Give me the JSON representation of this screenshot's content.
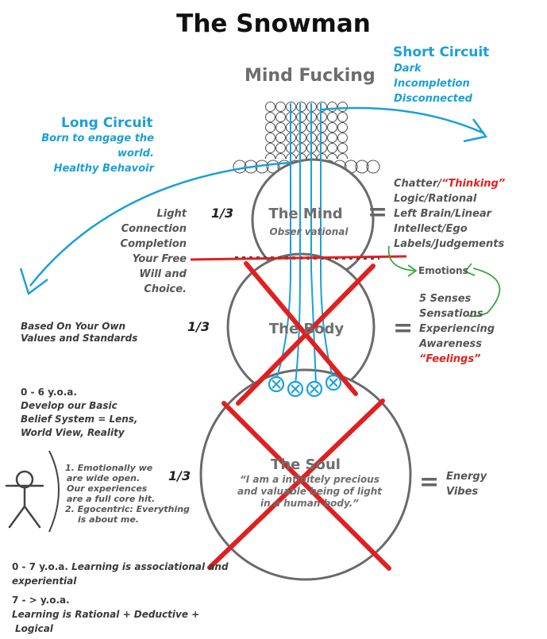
{
  "title": "The Snowman",
  "top_label": "Mind Fucking",
  "short_circuit": {
    "heading": "Short Circuit",
    "lines": [
      "Dark",
      "Incompletion",
      "Disconnected"
    ]
  },
  "long_circuit": {
    "heading": "Long Circuit",
    "lines": [
      "Born to engage the world.",
      "Healthy Behavoir"
    ]
  },
  "mind": {
    "label": "The Mind",
    "sublabel": "Obser vational",
    "fraction": "1/3",
    "left_lines": [
      "Light",
      "Connection",
      "Completion",
      "Your Free",
      "Will and Choice."
    ],
    "right_lines": [
      "Chatter/",
      "Logic/Rational",
      "Left Brain/Linear",
      "Intellect/Ego",
      "Labels/Judgements"
    ],
    "thinking": "“Thinking”"
  },
  "emotions": "Emotions",
  "body": {
    "label": "The Body",
    "fraction": "1/3",
    "left_lines": [
      "Based On Your Own",
      "Values and Standards"
    ],
    "right_lines": [
      "5 Senses",
      "Sensations",
      "Experiencing",
      "Awareness"
    ],
    "feelings": "“Feelings”"
  },
  "soul": {
    "label": "The Soul",
    "fraction": "1/3",
    "quote_lines": [
      "“I am a infinitely precious",
      "and valuable being of light",
      "in a human body.”"
    ],
    "right_lines": [
      "Energy",
      "Vibes"
    ]
  },
  "equals": "=",
  "age_0_6": {
    "heading": "0 - 6 y.o.a.",
    "lines": [
      "Develop our Basic",
      "Belief System = Lens,",
      "World View, Reality"
    ]
  },
  "child_notes": [
    "1. Emotionally we",
    "are wide open.",
    "Our experiences",
    "are a full core hit.",
    "2. Egocentric: Everything",
    "is about me."
  ],
  "age_0_7": {
    "heading": "0 - 7 y.o.a.",
    "rest": "Learning is associational and",
    "line2": "experiential"
  },
  "age_7": {
    "heading": "7 - > y.o.a.",
    "lines": [
      "Learning is Rational + Deductive +",
      "Logical"
    ]
  },
  "colors": {
    "blue": "#1aa0d8",
    "red": "#e02020",
    "green": "#3aa63a",
    "gray": "#6d6d6d"
  }
}
